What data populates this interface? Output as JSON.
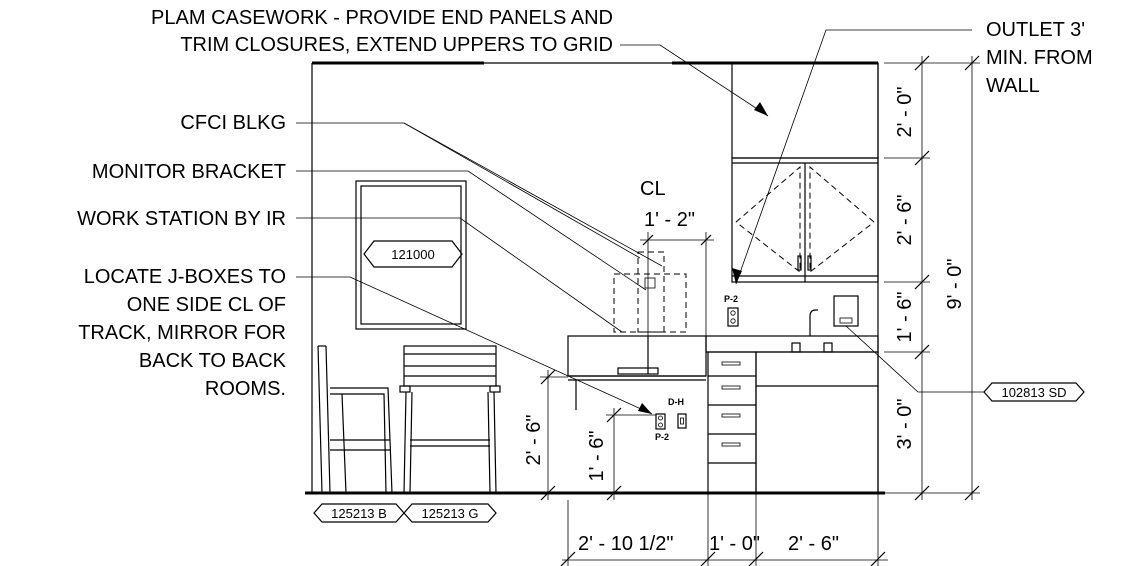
{
  "notes": {
    "plam_line1": "PLAM CASEWORK - PROVIDE END PANELS AND",
    "plam_line2": "TRIM CLOSURES, EXTEND UPPERS TO GRID",
    "outlet_line1": "OUTLET 3'",
    "outlet_line2": "MIN. FROM",
    "outlet_line3": "WALL",
    "cfci": "CFCI BLKG",
    "monitor": "MONITOR BRACKET",
    "workstation": "WORK STATION BY IR",
    "jbox_line1": "LOCATE J-BOXES TO",
    "jbox_line2": "ONE SIDE CL OF",
    "jbox_line3": "TRACK, MIRROR FOR",
    "jbox_line4": "BACK TO BACK",
    "jbox_line5": "ROOMS."
  },
  "dimensions": {
    "cl": "CL",
    "one_two": "1' - 2\"",
    "two_zero": "2' - 0\"",
    "two_six_upper": "2' - 6\"",
    "one_six_right": "1' - 6\"",
    "three_zero": "3' - 0\"",
    "nine_zero": "9' - 0\"",
    "two_six_left": "2' - 6\"",
    "one_six_left": "1' - 6\"",
    "bottom_a": "2' - 10 1/2\"",
    "bottom_b": "1' - 0\"",
    "bottom_c": "2' - 6\""
  },
  "tags": {
    "frame": "121000",
    "sd": "102813 SD",
    "b": "125213 B",
    "g": "125213 G"
  },
  "devices": {
    "p2_upper": "P-2",
    "dh": "D-H",
    "p2_lower": "P-2"
  }
}
